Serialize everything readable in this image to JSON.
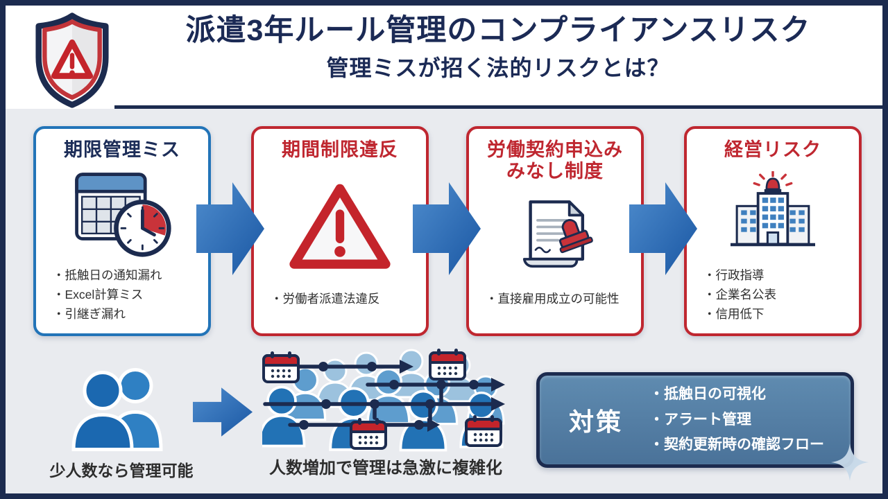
{
  "colors": {
    "frame_navy": "#1c2b4f",
    "title_navy": "#1b2a55",
    "risk_red": "#bf2730",
    "step_blue_border": "#2274b8",
    "arrow_blue": "#2368b0",
    "background_gray": "#e9ebef",
    "countermeasure_blue": "#53809f"
  },
  "header": {
    "title": "派遣3年ルール管理のコンプライアンスリスク",
    "subtitle": "管理ミスが招く法的リスクとは？",
    "icon": "shield-warning-icon"
  },
  "flow": {
    "steps": [
      {
        "title": "期限管理ミス",
        "icon": "calendar-clock-icon",
        "bullets": [
          "抵触日の通知漏れ",
          "Excel計算ミス",
          "引継ぎ漏れ"
        ]
      },
      {
        "title": "期間制限違反",
        "icon": "warning-triangle-icon",
        "bullets": [
          "労働者派遣法違反"
        ]
      },
      {
        "title": "労働契約申込み\nみなし制度",
        "icon": "contract-stamp-icon",
        "bullets": [
          "直接雇用成立の可能性"
        ]
      },
      {
        "title": "経営リスク",
        "icon": "office-building-alarm-icon",
        "bullets": [
          "行政指導",
          "企業名公表",
          "信用低下"
        ]
      }
    ]
  },
  "bottom": {
    "small_team_caption": "少人数なら管理可能",
    "crowd_caption": "人数増加で管理は急激に複雑化",
    "countermeasures": {
      "label": "対策",
      "items": [
        "抵触日の可視化",
        "アラート管理",
        "契約更新時の確認フロー"
      ]
    }
  }
}
